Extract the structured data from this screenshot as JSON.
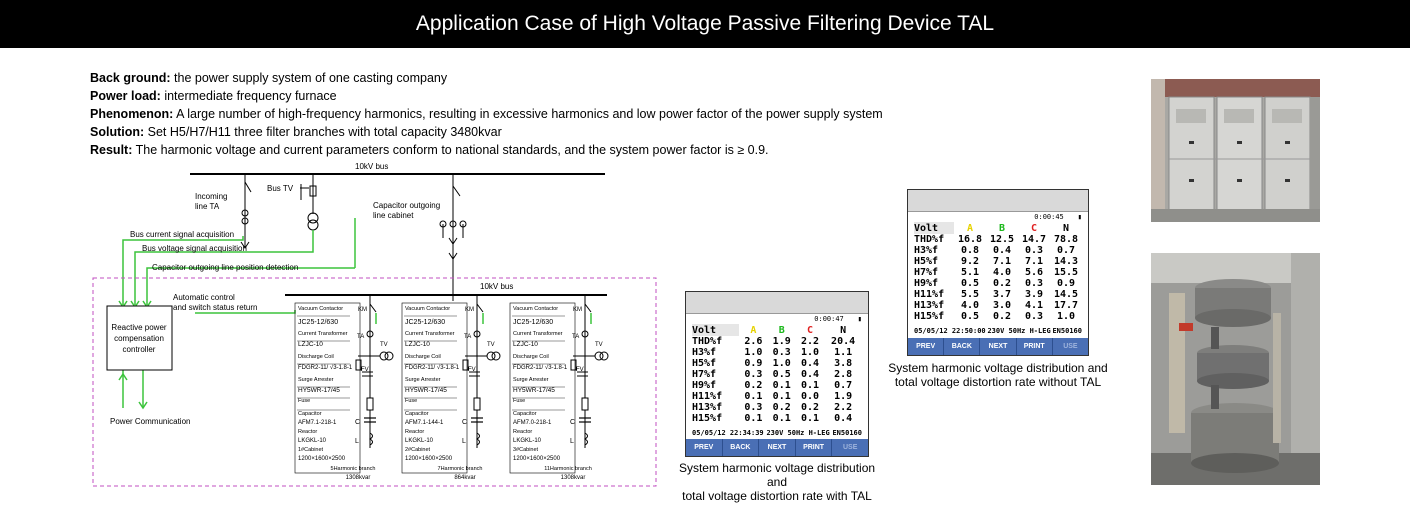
{
  "header": {
    "title": "Application Case of High Voltage Passive Filtering Device TAL"
  },
  "description": [
    {
      "label": "Back ground:",
      "text": " the power supply system of one casting company"
    },
    {
      "label": "Power load:",
      "text": " intermediate frequency furnace"
    },
    {
      "label": "Phenomenon:",
      "text": " A large number of high-frequency harmonics, resulting in excessive harmonics and low power factor of the power supply system"
    },
    {
      "label": "Solution:",
      "text": " Set H5/H7/H11 three filter branches with total capacity 3480kvar"
    },
    {
      "label": "Result:",
      "text": " The harmonic voltage and current parameters conform to national standards, and the system power factor is ≥ 0.9."
    }
  ],
  "diagram": {
    "bus_top": "10kV bus",
    "bus_inner": "10kV bus",
    "incoming_ta": [
      "Incoming",
      "line TA"
    ],
    "bus_tv": "Bus TV",
    "capacitor_cabinet": [
      "Capacitor outgoing",
      "line cabinet"
    ],
    "signal_current": "Bus current signal acquisition",
    "signal_voltage": "Bus voltage signal acquisition",
    "signal_position": "Capacitor outgoing line position detection",
    "auto_control": [
      "Automatic control",
      "and switch status return"
    ],
    "controller": [
      "Reactive power",
      "compensation",
      "controller"
    ],
    "power_comm": "Power  Communication",
    "branches": [
      {
        "vc_label": "Vacuum Contactor",
        "vc_model": "JC25-12/630",
        "ct_label": "Current Transformer",
        "ct_model": "LZJC-10",
        "dc_label": "Discharge Coil",
        "dc_model": "FDGR2-11/ √3-1.8-1",
        "sa_label": "Surge Arrester",
        "sa_model": "HY5WR-17/45",
        "fuse": "Fuse",
        "cap_label": "Capacitor",
        "cap_model": "AFM7.1-218-1",
        "reactor_label": "Reactor",
        "reactor_model": "LKGKL-10",
        "cabinet": "1#Cabinet",
        "dims": "1200×1600×2500",
        "branch": "5Harmonic branch",
        "capacity": "1308kvar"
      },
      {
        "vc_label": "Vacuum Contactor",
        "vc_model": "JC25-12/630",
        "ct_label": "Current Transformer",
        "ct_model": "LZJC-10",
        "dc_label": "Discharge Coil",
        "dc_model": "FDGR2-11/ √3-1.8-1",
        "sa_label": "Surge Arrester",
        "sa_model": "HY5WR-17/45",
        "fuse": "Fuse",
        "cap_label": "Capacitor",
        "cap_model": "AFM7.1-144-1",
        "reactor_label": "Reactor",
        "reactor_model": "LKGKL-10",
        "cabinet": "2#Cabinet",
        "dims": "1200×1600×2500",
        "branch": "7Harmonic branch",
        "capacity": "864kvar"
      },
      {
        "vc_label": "Vacuum Contactor",
        "vc_model": "JC25-12/630",
        "ct_label": "Current Transformer",
        "ct_model": "LZJC-10",
        "dc_label": "Discharge Coil",
        "dc_model": "FDGR2-11/ √3-1.8-1",
        "sa_label": "Surge Arrester",
        "sa_model": "HY5WR-17/45",
        "fuse": "Fuse",
        "cap_label": "Capacitor",
        "cap_model": "AFM7.0-218-1",
        "reactor_label": "Reactor",
        "reactor_model": "LKGKL-10",
        "cabinet": "3#Cabinet",
        "dims": "1200×1600×2500",
        "branch": "11Harmonic branch",
        "capacity": "1308kvar"
      }
    ],
    "symbols": {
      "km": "KM",
      "ta": "TA",
      "tv": "TV",
      "fv": "FV",
      "c": "C",
      "l": "L"
    }
  },
  "meter_with": {
    "time": "0:00:47",
    "header": [
      "Volt",
      "A",
      "B",
      "C",
      "N"
    ],
    "rows": [
      [
        "THD%f",
        "2.6",
        "1.9",
        "2.2",
        "20.4"
      ],
      [
        "H3%f",
        "1.0",
        "0.3",
        "1.0",
        "1.1"
      ],
      [
        "H5%f",
        "0.9",
        "1.0",
        "0.4",
        "3.8"
      ],
      [
        "H7%f",
        "0.3",
        "0.5",
        "0.4",
        "2.8"
      ],
      [
        "H9%f",
        "0.2",
        "0.1",
        "0.1",
        "0.7"
      ],
      [
        "H11%f",
        "0.1",
        "0.1",
        "0.0",
        "1.9"
      ],
      [
        "H13%f",
        "0.3",
        "0.2",
        "0.2",
        "2.2"
      ],
      [
        "H15%f",
        "0.1",
        "0.1",
        "0.1",
        "0.4"
      ]
    ],
    "footer": [
      "05/05/12 22:34:39",
      "230V  50Hz H-LEG",
      "EN50160"
    ],
    "buttons": [
      "PREV",
      "BACK",
      "NEXT",
      "PRINT",
      "USE"
    ],
    "caption": [
      "System harmonic voltage distribution and",
      "total voltage distortion rate with TAL"
    ]
  },
  "meter_without": {
    "time": "0:00:45",
    "header": [
      "Volt",
      "A",
      "B",
      "C",
      "N"
    ],
    "rows": [
      [
        "THD%f",
        "16.8",
        "12.5",
        "14.7",
        "78.8"
      ],
      [
        "H3%f",
        "0.8",
        "0.4",
        "0.3",
        "0.7"
      ],
      [
        "H5%f",
        "9.2",
        "7.1",
        "7.1",
        "14.3"
      ],
      [
        "H7%f",
        "5.1",
        "4.0",
        "5.6",
        "15.5"
      ],
      [
        "H9%f",
        "0.5",
        "0.2",
        "0.3",
        "0.9"
      ],
      [
        "H11%f",
        "5.5",
        "3.7",
        "3.9",
        "14.5"
      ],
      [
        "H13%f",
        "4.0",
        "3.0",
        "4.1",
        "17.7"
      ],
      [
        "H15%f",
        "0.5",
        "0.2",
        "0.3",
        "1.0"
      ]
    ],
    "footer": [
      "05/05/12 22:50:00",
      "230V  50Hz H-LEG",
      "EN50160"
    ],
    "buttons": [
      "PREV",
      "BACK",
      "NEXT",
      "PRINT",
      "USE"
    ],
    "caption": [
      "System harmonic voltage distribution and",
      "total voltage distortion rate without TAL"
    ]
  },
  "colors": {
    "signal_line": "#3cc43c",
    "dashed_border": "#c04fc0",
    "meter_buttons": "#4a6fb5"
  }
}
